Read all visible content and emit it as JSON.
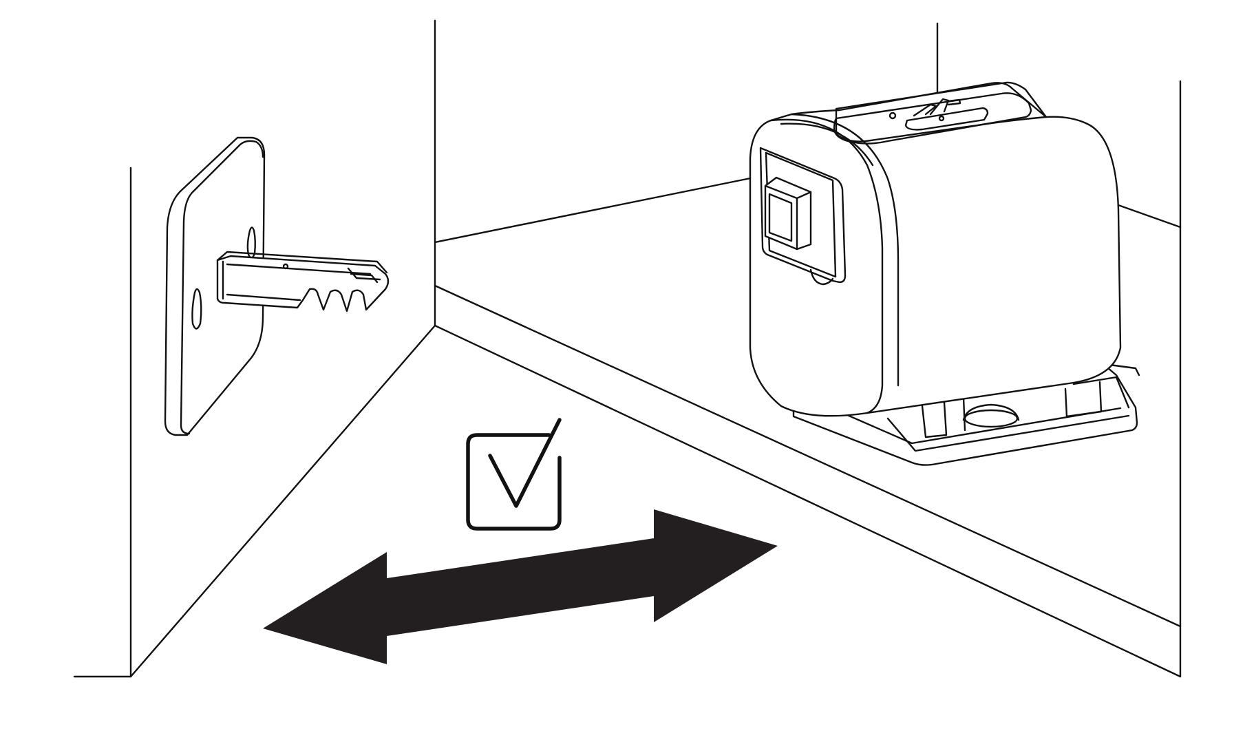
{
  "diagram": {
    "kind": "installation-illustration",
    "scene": "cabinet-corner",
    "status_mark": "checkmark-in-box",
    "arrow": "double-headed-arrow",
    "colors": {
      "line": "#111111",
      "arrow_fill": "#231f20",
      "background": "#ffffff"
    },
    "icons": [
      "checkbox-check-icon",
      "double-arrow-icon",
      "key-wall-plate-icon",
      "magnetic-lock-icon"
    ]
  }
}
